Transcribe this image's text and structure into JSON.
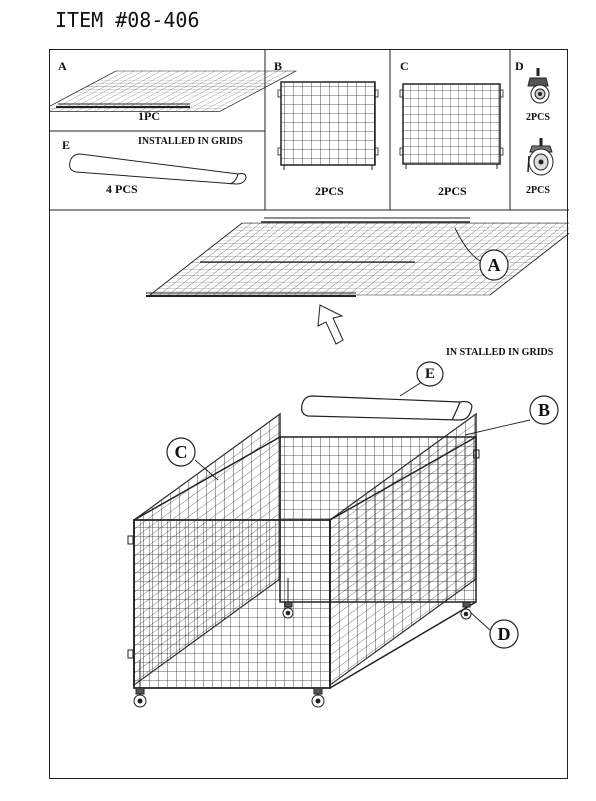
{
  "title": "ITEM #08-406",
  "parts": {
    "a": {
      "letter": "A",
      "qty": "1PC"
    },
    "b": {
      "letter": "B",
      "qty": "2PCS"
    },
    "c": {
      "letter": "C",
      "qty": "2PCS"
    },
    "d": {
      "letter": "D",
      "qty_top": "2PCS",
      "qty_bottom": "2PCS"
    },
    "e": {
      "letter": "E",
      "note": "INSTALLED IN GRIDS",
      "qty": "4 PCS"
    }
  },
  "diagram": {
    "note_e": "IN STALLED IN GRIDS",
    "callouts": [
      "A",
      "B",
      "C",
      "D",
      "E"
    ]
  }
}
